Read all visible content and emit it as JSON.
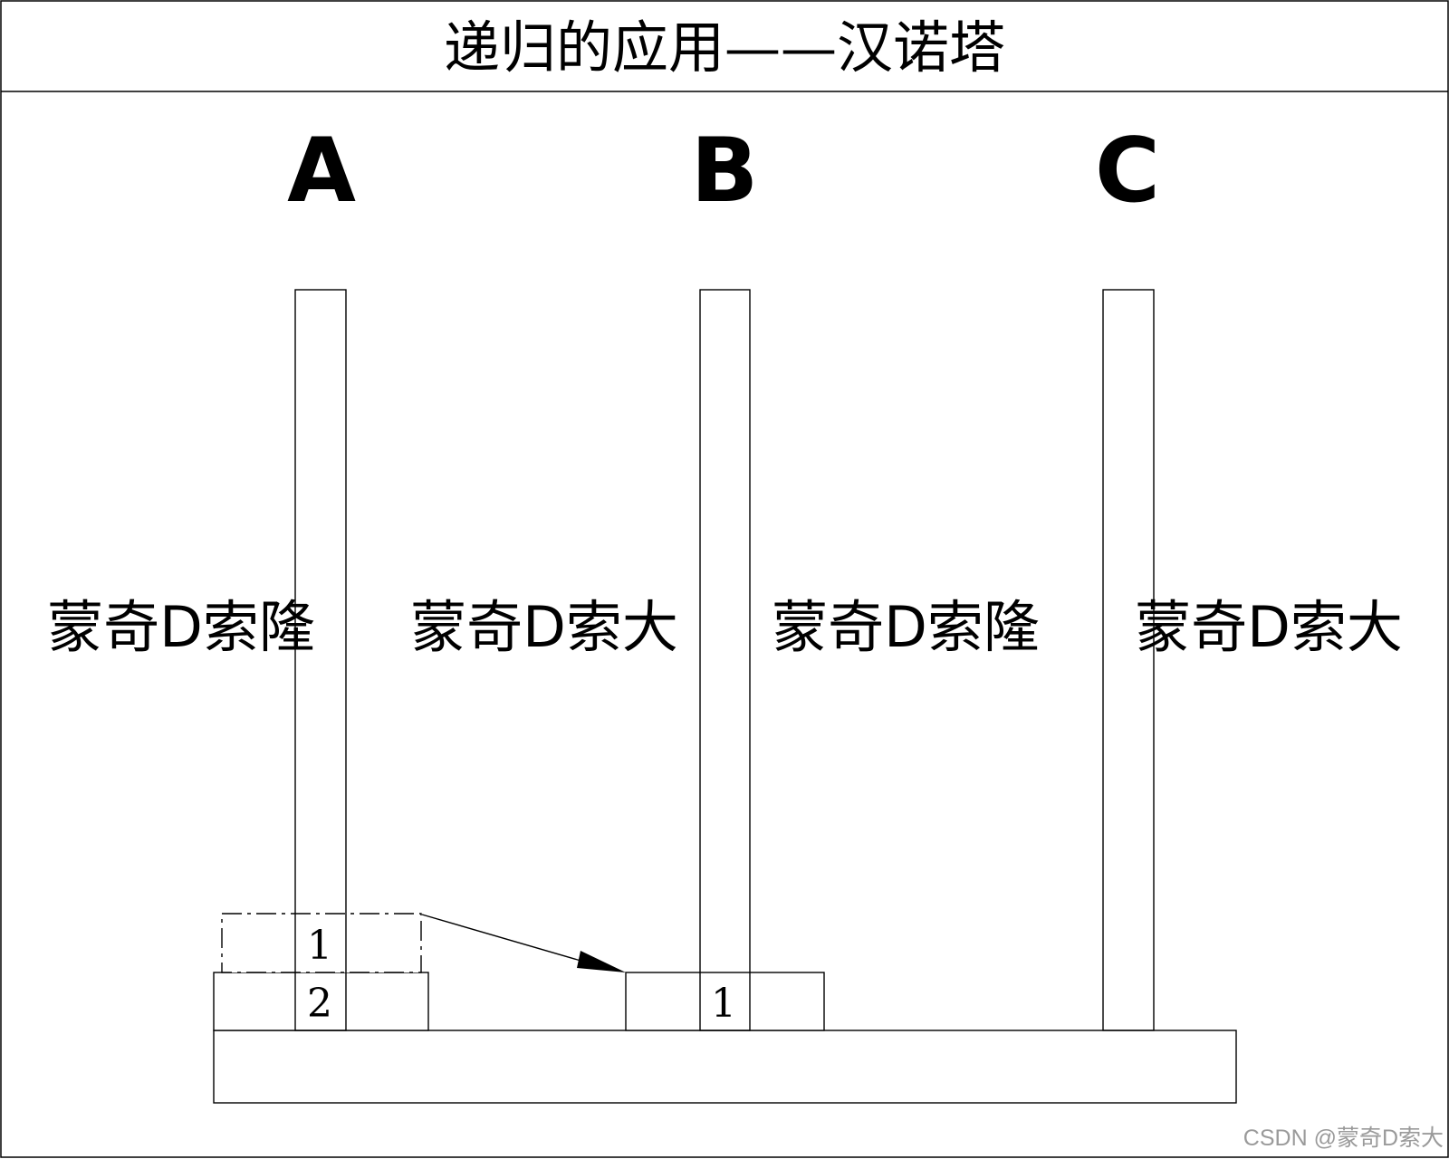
{
  "title": "递归的应用——汉诺塔",
  "pegs": [
    {
      "label": "A"
    },
    {
      "label": "B"
    },
    {
      "label": "C"
    }
  ],
  "watermark_labels": [
    "蒙奇D索隆",
    "蒙奇D索大",
    "蒙奇D索隆",
    "蒙奇D索大"
  ],
  "disks": {
    "ghost_on_a": "1",
    "bottom_on_a": "2",
    "moved_to_b": "1"
  },
  "footer": "CSDN @蒙奇D索大"
}
